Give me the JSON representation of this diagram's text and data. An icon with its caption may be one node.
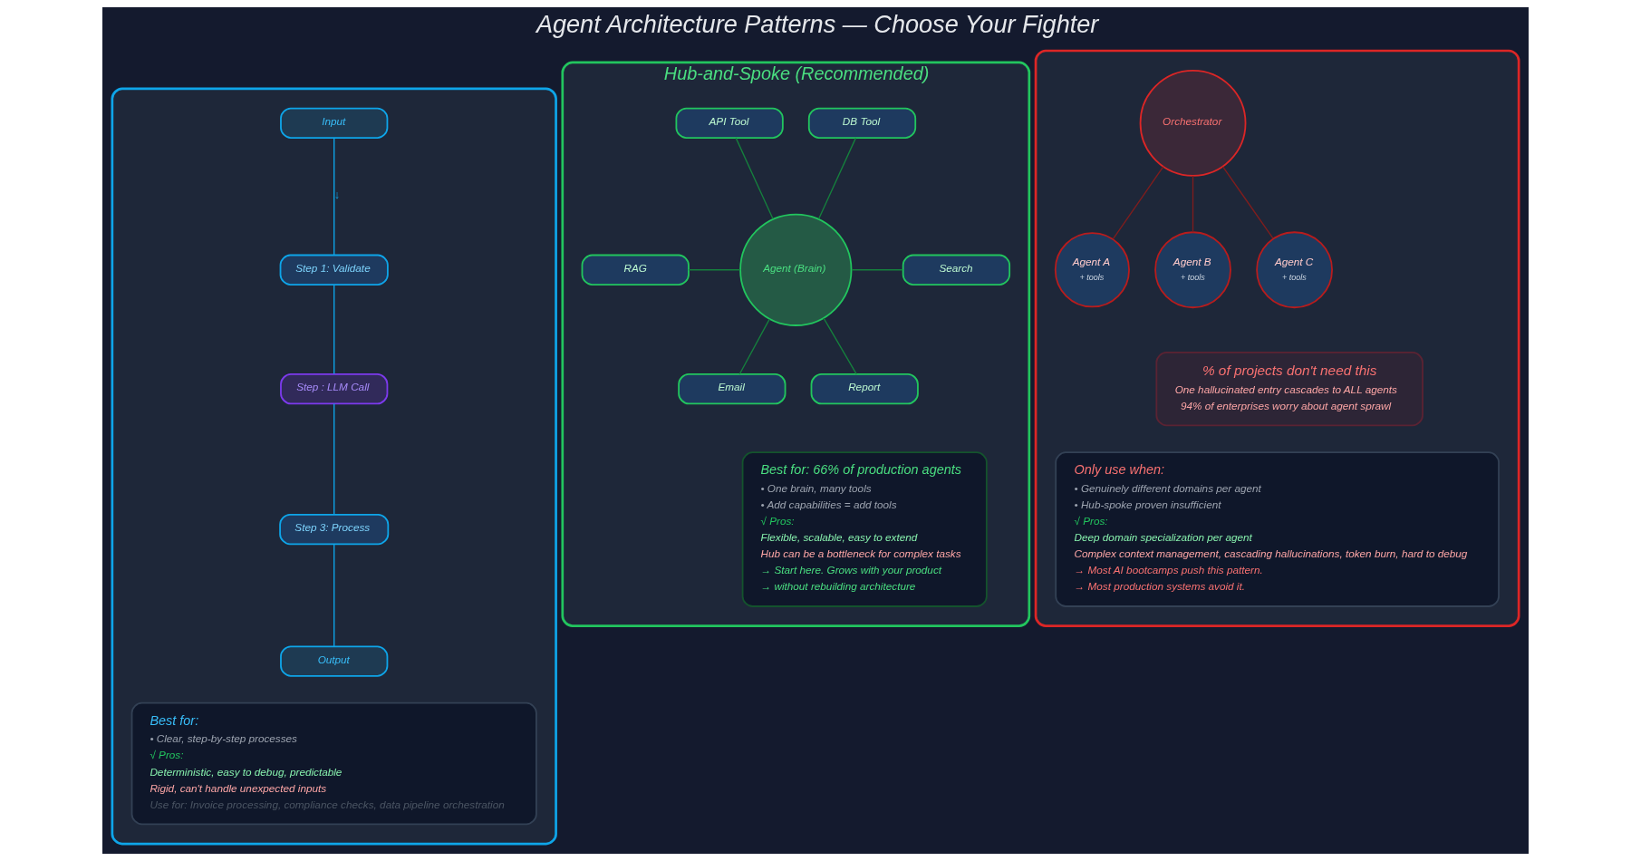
{
  "diagram": {
    "title": "Agent Architecture Patterns — Choose Your Fighter",
    "nodes": [
      {
        "text": [],
        "shape": "box"
      },
      {
        "text": [
          "Input"
        ],
        "in": 0
      },
      {
        "text": [
          "Step 1: Validate"
        ],
        "in": 0
      },
      {
        "text": [
          "Step : LLM Call"
        ],
        "in": 0
      },
      {
        "text": [
          "Step 3: Process"
        ],
        "in": 0
      },
      {
        "text": [
          "Output"
        ],
        "in": 0
      },
      {
        "text": [
          "Best for:",
          "• Clear, step-by-step processes",
          "√ Pros:",
          "Deterministic, easy to debug, predictable",
          "Rigid, can't handle unexpected inputs",
          "Use for: Invoice processing, compliance checks, data pipeline orchestration"
        ],
        "in": 0
      },
      {
        "text": [
          "Hub-and-Spoke (Recommended)"
        ]
      },
      {
        "text": [
          "DB Tool"
        ],
        "in": 7
      },
      {
        "text": [
          "API Tool"
        ],
        "in": 7
      },
      {
        "text": [
          "RAG"
        ],
        "in": 7
      },
      {
        "text": [
          "Agent (Brain)"
        ],
        "in": 7
      },
      {
        "text": [
          "Search"
        ],
        "in": 7
      },
      {
        "text": [
          "Email"
        ],
        "in": 7
      },
      {
        "text": [
          "Report"
        ],
        "in": 7
      },
      {
        "text": [
          "Best for: 66% of production agents",
          "• One brain, many tools",
          "• Add capabilities = add tools",
          "√ Pros:",
          "Flexible, scalable, easy to extend",
          "Hub can be a bottleneck for complex tasks",
          "→ Start here. Grows with your product",
          "→ without rebuilding architecture"
        ],
        "in": 7
      },
      {
        "text": [],
        "shape": "box"
      },
      {
        "text": [
          "Orchestrator"
        ],
        "in": 16
      },
      {
        "text": [
          "Agent A",
          "+ tools"
        ],
        "in": 16
      },
      {
        "text": [
          "Agent B",
          "+ tools"
        ],
        "in": 16
      },
      {
        "text": [
          "Agent C",
          "+ tools"
        ],
        "in": 16
      },
      {
        "text": [
          "% of projects don't need this",
          "One hallucinated entry cascades to ALL agents",
          "94% of enterprises worry about agent sprawl"
        ],
        "in": 16
      },
      {
        "text": [
          "Only use when:",
          "• Genuinely different domains per agent",
          "• Hub-spoke proven insufficient",
          "√ Pros:",
          "Deep domain specialization per agent",
          "Complex context management, cascading hallucinations, token burn, hard to debug",
          "→ Most AI bootcamps push this pattern.",
          "→ Most production systems avoid it."
        ],
        "in": 16
      }
    ],
    "edges": [
      {
        "from": 1,
        "to": 2,
        "arrow": "none",
        "label": "↓",
        "color": "#0ea5e9"
      },
      {
        "from": 2,
        "to": 3,
        "arrow": "none",
        "color": "#0ea5e9"
      },
      {
        "from": 3,
        "to": 4,
        "arrow": "none",
        "color": "#0ea5e9"
      },
      {
        "from": 4,
        "to": 5,
        "arrow": "none",
        "color": "#0ea5e9"
      },
      {
        "from": 8,
        "to": 11,
        "arrow": "none"
      },
      {
        "from": 9,
        "to": 11,
        "arrow": "none"
      },
      {
        "from": 10,
        "to": 11,
        "arrow": "none"
      },
      {
        "from": 11,
        "to": 12,
        "arrow": "none"
      },
      {
        "from": 11,
        "to": 13,
        "arrow": "none"
      },
      {
        "from": 11,
        "to": 14,
        "arrow": "none"
      },
      {
        "from": 17,
        "to": 18,
        "arrow": "none",
        "color": "#7f1d1d"
      },
      {
        "from": 17,
        "to": 19,
        "arrow": "none",
        "color": "#7f1d1d"
      },
      {
        "from": 17,
        "to": 20,
        "arrow": "none",
        "color": "#7f1d1d"
      }
    ]
  }
}
